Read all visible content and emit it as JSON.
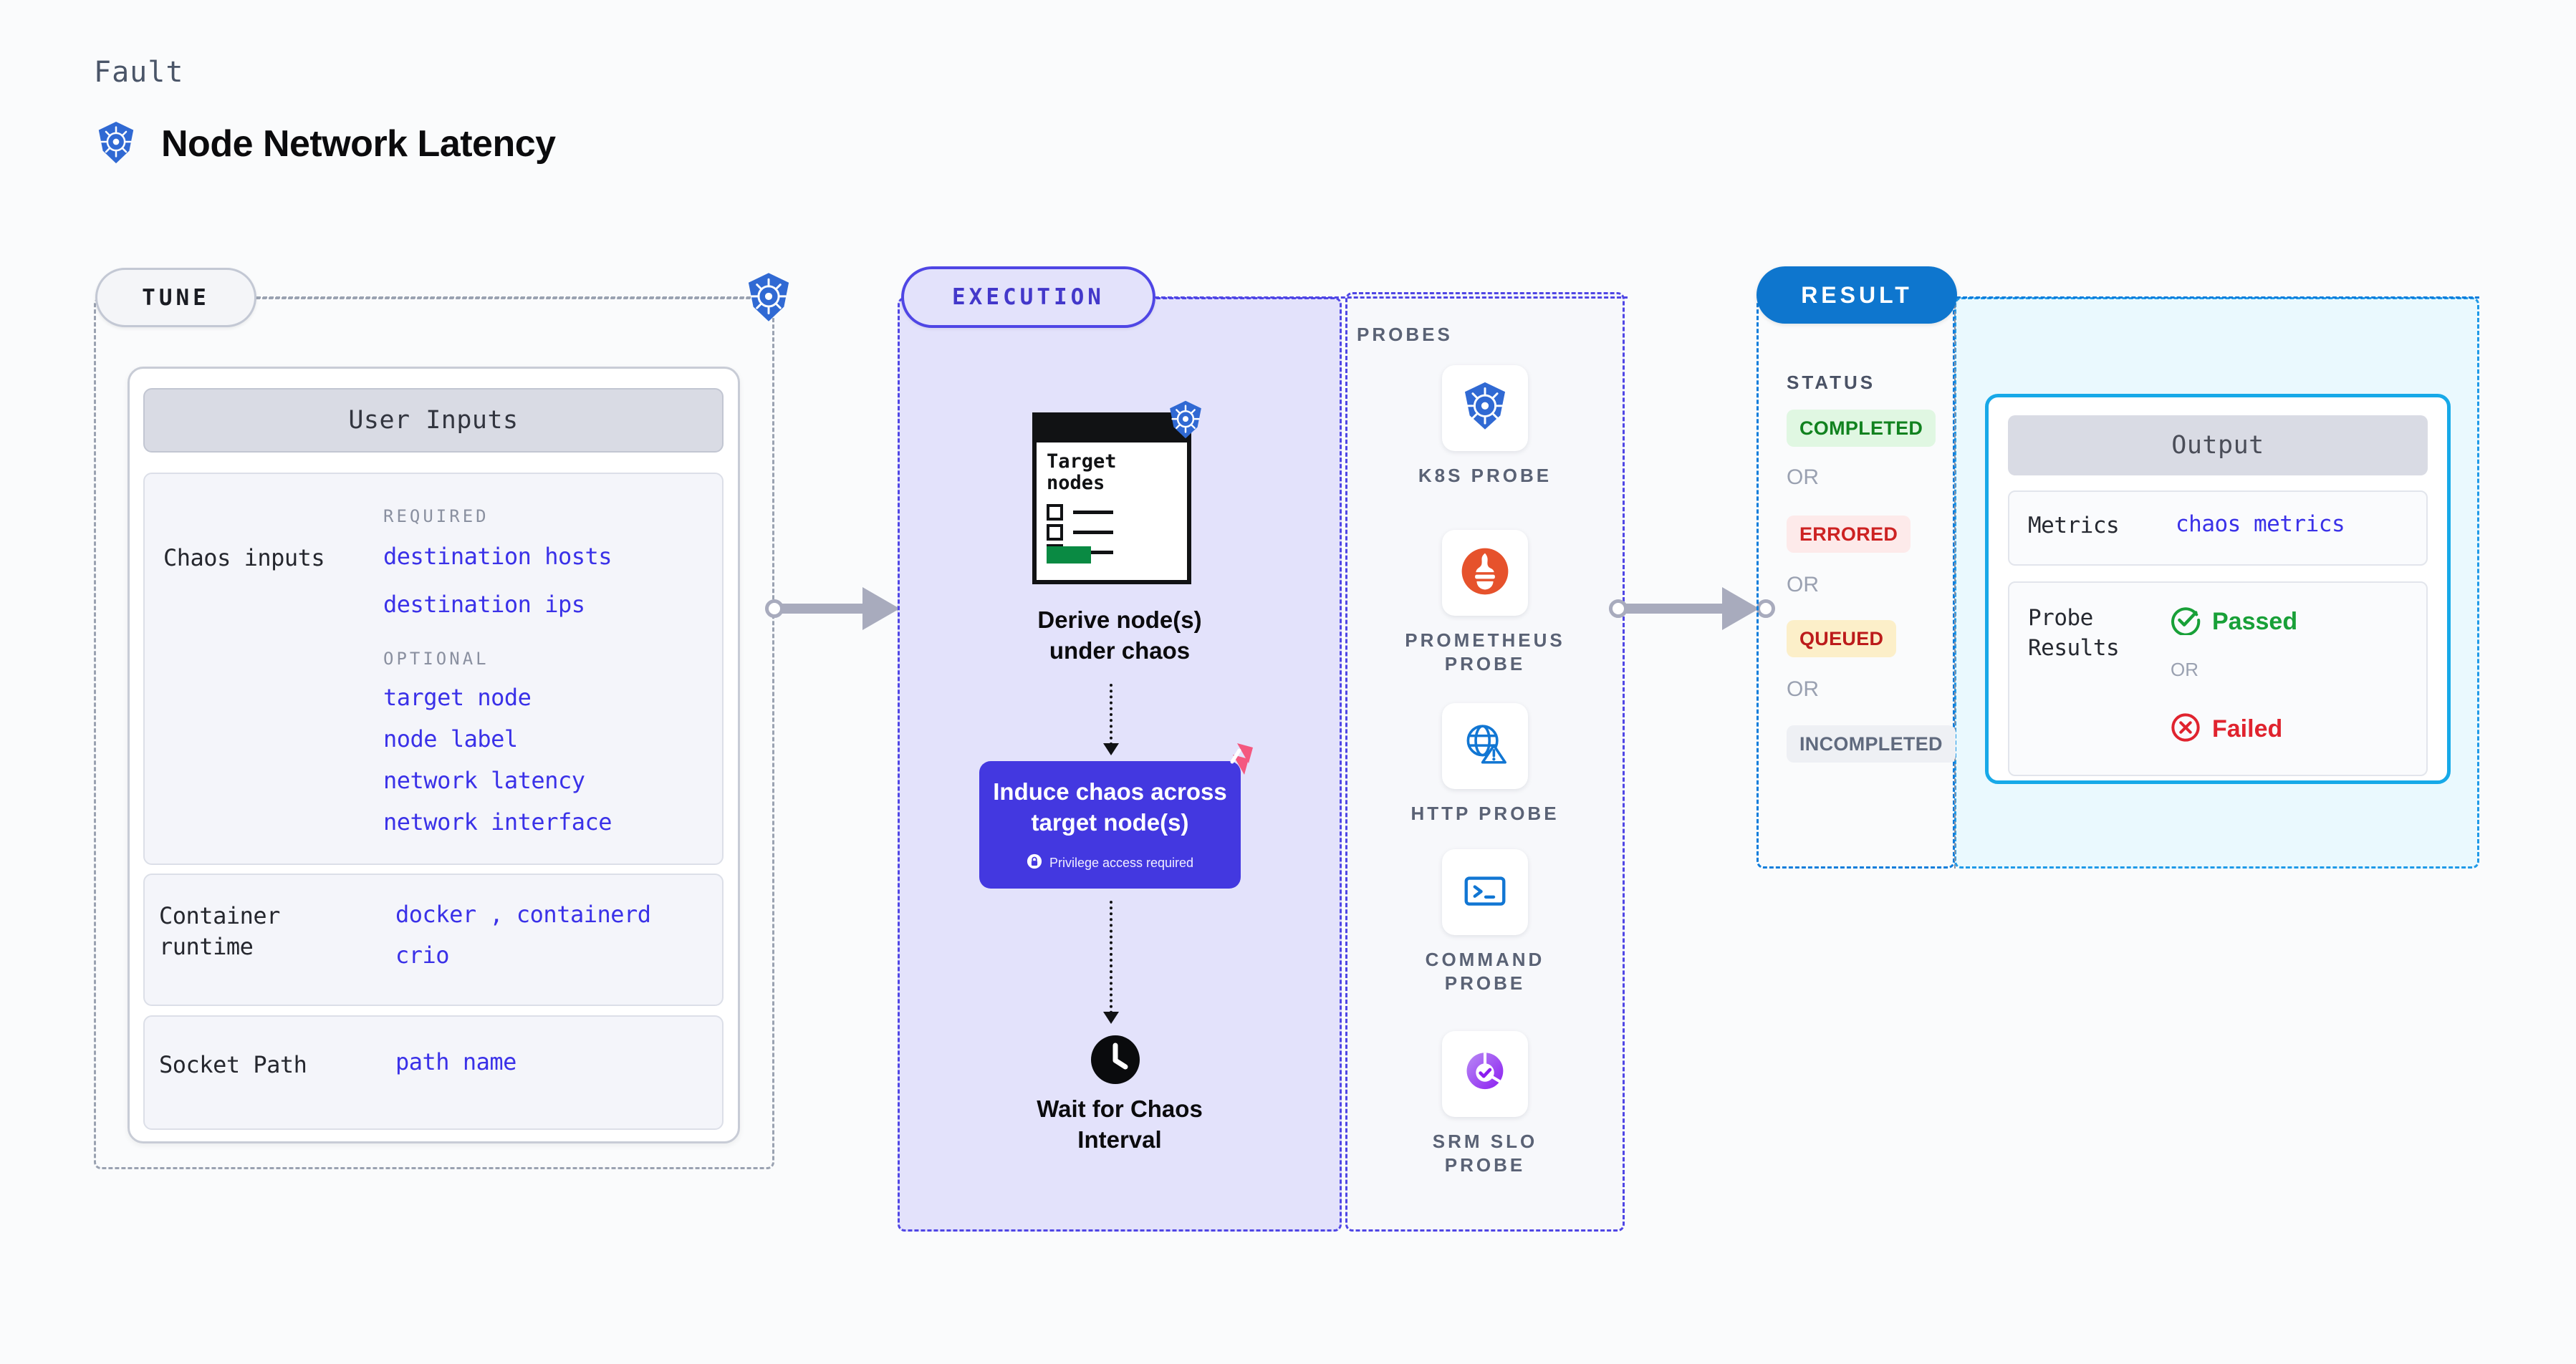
{
  "header": {
    "kicker": "Fault",
    "title": "Node Network Latency",
    "icon": "kubernetes-icon"
  },
  "colors": {
    "kubernetes_blue": "#3069d3",
    "execution_purple": "#4f46e5",
    "induce_box": "#4338e0",
    "result_blue": "#0e76ce",
    "output_border": "#17a9e8",
    "value_text": "#3a31e8",
    "passed_green": "#18a038",
    "failed_red": "#e0232e",
    "harness_pink": "#f4587f"
  },
  "tune": {
    "pill_label": "TUNE",
    "badge_icon": "kubernetes-icon",
    "card_header": "User Inputs",
    "blocks": [
      {
        "label": "Chaos inputs",
        "groups": [
          {
            "caption": "REQUIRED",
            "values": [
              "destination hosts",
              "destination ips"
            ]
          },
          {
            "caption": "OPTIONAL",
            "values": [
              "target node",
              "node label",
              "network latency",
              "network interface"
            ]
          }
        ]
      },
      {
        "label": "Container\nruntime",
        "groups": [
          {
            "caption": "",
            "values": [
              "docker , containerd",
              "crio"
            ]
          }
        ]
      },
      {
        "label": "Socket Path",
        "groups": [
          {
            "caption": "",
            "values": [
              "path name"
            ]
          }
        ]
      }
    ],
    "labels": {
      "chaos_inputs": "Chaos inputs",
      "container_runtime_l1": "Container",
      "container_runtime_l2": "runtime",
      "socket_path": "Socket Path",
      "required_caption": "REQUIRED",
      "optional_caption": "OPTIONAL",
      "v_destination_hosts": "destination hosts",
      "v_destination_ips": "destination ips",
      "v_target_node": "target node",
      "v_node_label": "node label",
      "v_network_latency": "network latency",
      "v_network_interface": "network interface",
      "v_docker": "docker",
      "v_comma": ",",
      "v_containerd": "containerd",
      "v_crio": "crio",
      "v_path_name": "path name"
    }
  },
  "execution": {
    "pill_label": "EXECUTION",
    "target_card": {
      "title_line1": "Target",
      "title_line2": "nodes",
      "badge_icon": "kubernetes-icon"
    },
    "derive_step": "Derive node(s)\nunder chaos",
    "derive_line1": "Derive node(s)",
    "derive_line2": "under chaos",
    "induce_line1": "Induce chaos across",
    "induce_line2": "target node(s)",
    "privilege_note": "Privilege access required",
    "privilege_icon": "lock-icon",
    "corner_logo": "harness-logo",
    "wait_icon": "clock-icon",
    "wait_line1": "Wait for Chaos",
    "wait_line2": "Interval"
  },
  "probes": {
    "title": "PROBES",
    "items": [
      {
        "label_line1": "K8S PROBE",
        "label_line2": "",
        "icon": "kubernetes-icon"
      },
      {
        "label_line1": "PROMETHEUS",
        "label_line2": "PROBE",
        "icon": "prometheus-icon"
      },
      {
        "label_line1": "HTTP PROBE",
        "label_line2": "",
        "icon": "http-globe-icon"
      },
      {
        "label_line1": "COMMAND",
        "label_line2": "PROBE",
        "icon": "terminal-icon"
      },
      {
        "label_line1": "SRM SLO",
        "label_line2": "PROBE",
        "icon": "srm-slo-icon"
      }
    ]
  },
  "result": {
    "pill_label": "RESULT",
    "status_title": "STATUS",
    "or_label": "OR",
    "statuses": [
      {
        "label": "COMPLETED",
        "bg": "#e0f7e2",
        "fg": "#11821f"
      },
      {
        "label": "ERRORED",
        "bg": "#fdeaea",
        "fg": "#cd2222"
      },
      {
        "label": "QUEUED",
        "bg": "#fcefc9",
        "fg": "#bc1b1b"
      },
      {
        "label": "INCOMPLETED",
        "bg": "#eef0f4",
        "fg": "#606a7e"
      }
    ],
    "output": {
      "header": "Output",
      "metrics_label": "Metrics",
      "metrics_value": "chaos metrics",
      "probe_results_l1": "Probe",
      "probe_results_l2": "Results",
      "passed_label": "Passed",
      "passed_icon": "check-circle-icon",
      "or_label": "OR",
      "failed_label": "Failed",
      "failed_icon": "x-circle-icon"
    }
  }
}
